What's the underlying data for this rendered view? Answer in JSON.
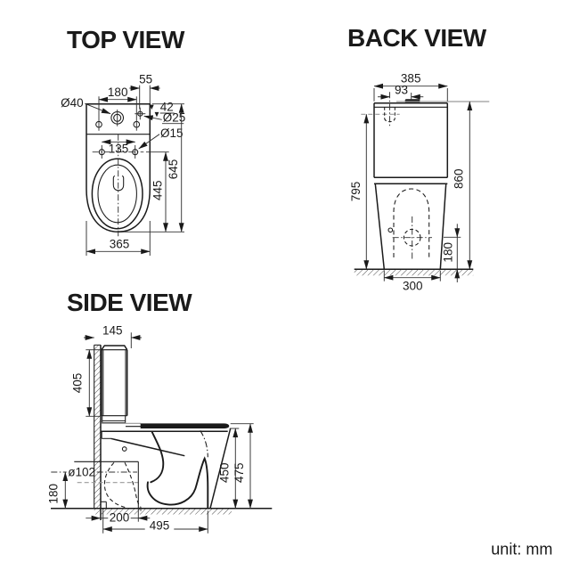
{
  "unit_label": "unit: mm",
  "colors": {
    "ink": "#1a1a1a",
    "grey": "#9a9a9a",
    "background": "#ffffff"
  },
  "top_view": {
    "title": "TOP VIEW",
    "dims": {
      "holes_span": "180",
      "edge_offset": "55",
      "inlet_dia": "Ø40",
      "hole_drop": "42",
      "hole_dia25": "Ø25",
      "hole_dia15": "Ø15",
      "seat_holes_span": "135",
      "bowl_length": "445",
      "total_length": "645",
      "bowl_width": "365"
    }
  },
  "back_view": {
    "title": "BACK VIEW",
    "dims": {
      "tank_width": "385",
      "inlet_offset": "93",
      "inlet_height": "795",
      "total_height": "860",
      "outlet_height": "180",
      "base_width": "300"
    }
  },
  "side_view": {
    "title": "SIDE VIEW",
    "dims": {
      "tank_depth": "145",
      "tank_height": "405",
      "outlet_dia": "ø102",
      "outlet_height": "180",
      "outlet_setout": "200",
      "total_depth": "495",
      "rim_height": "450",
      "seat_height": "475"
    }
  }
}
